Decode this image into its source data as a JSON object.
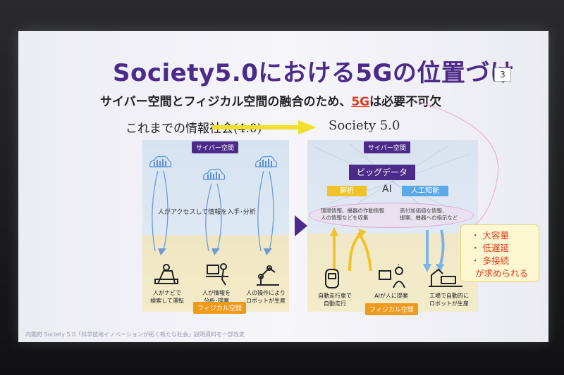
{
  "slide": {
    "title": "Society5.0における5Gの位置づけ",
    "page_number": "3",
    "subtitle_pre": "サイバー空間とフィジカル空間の融合のため、",
    "subtitle_hl": "5G",
    "subtitle_post": "は必要不可欠",
    "left_header": "これまでの情報社会(4.0)",
    "right_header": "Society 5.0",
    "left_panel": {
      "cyber_tag": "サイバー空間",
      "human_access_text": "人がアクセスして情報を入手･分析",
      "physical_tag": "フィジカル空間",
      "captions": [
        [
          "人がナビで",
          "検索して運転"
        ],
        [
          "人が情報を",
          "分析･提案"
        ],
        [
          "人の操作により",
          "ロボットが生産"
        ]
      ]
    },
    "right_panel": {
      "cyber_tag": "サイバー空間",
      "big_data": "ビッグデータ",
      "analysis": "解析",
      "ai": "AI",
      "artificial_intelligence": "人工知能",
      "left_ellipse_text": [
        "環境情報、機器の作動情報",
        "人の情報などを収集"
      ],
      "right_ellipse_text": [
        "高付加価値な情報、",
        "提案、機器への指示など"
      ],
      "physical_tag": "フィジカル空間",
      "captions": [
        [
          "自動走行車で",
          "自動走行"
        ],
        [
          "AIが人に提案"
        ],
        [
          "工場で自動的に",
          "ロボットが生産"
        ]
      ]
    },
    "callout": {
      "items": [
        "大容量",
        "低遅延",
        "多接続"
      ],
      "tail": "が求められる"
    },
    "footnote": "内閣府 Society 5.0「科学技術イノベーションが拓く新たな社会」説明資料を一部改変"
  },
  "colors": {
    "title_purple": "#4b2a8a",
    "accent_red": "#e03a1c",
    "physical_orange": "#ef9a1b",
    "analysis_yellow": "#f2c22a",
    "ai_blue": "#5aa8e8"
  }
}
